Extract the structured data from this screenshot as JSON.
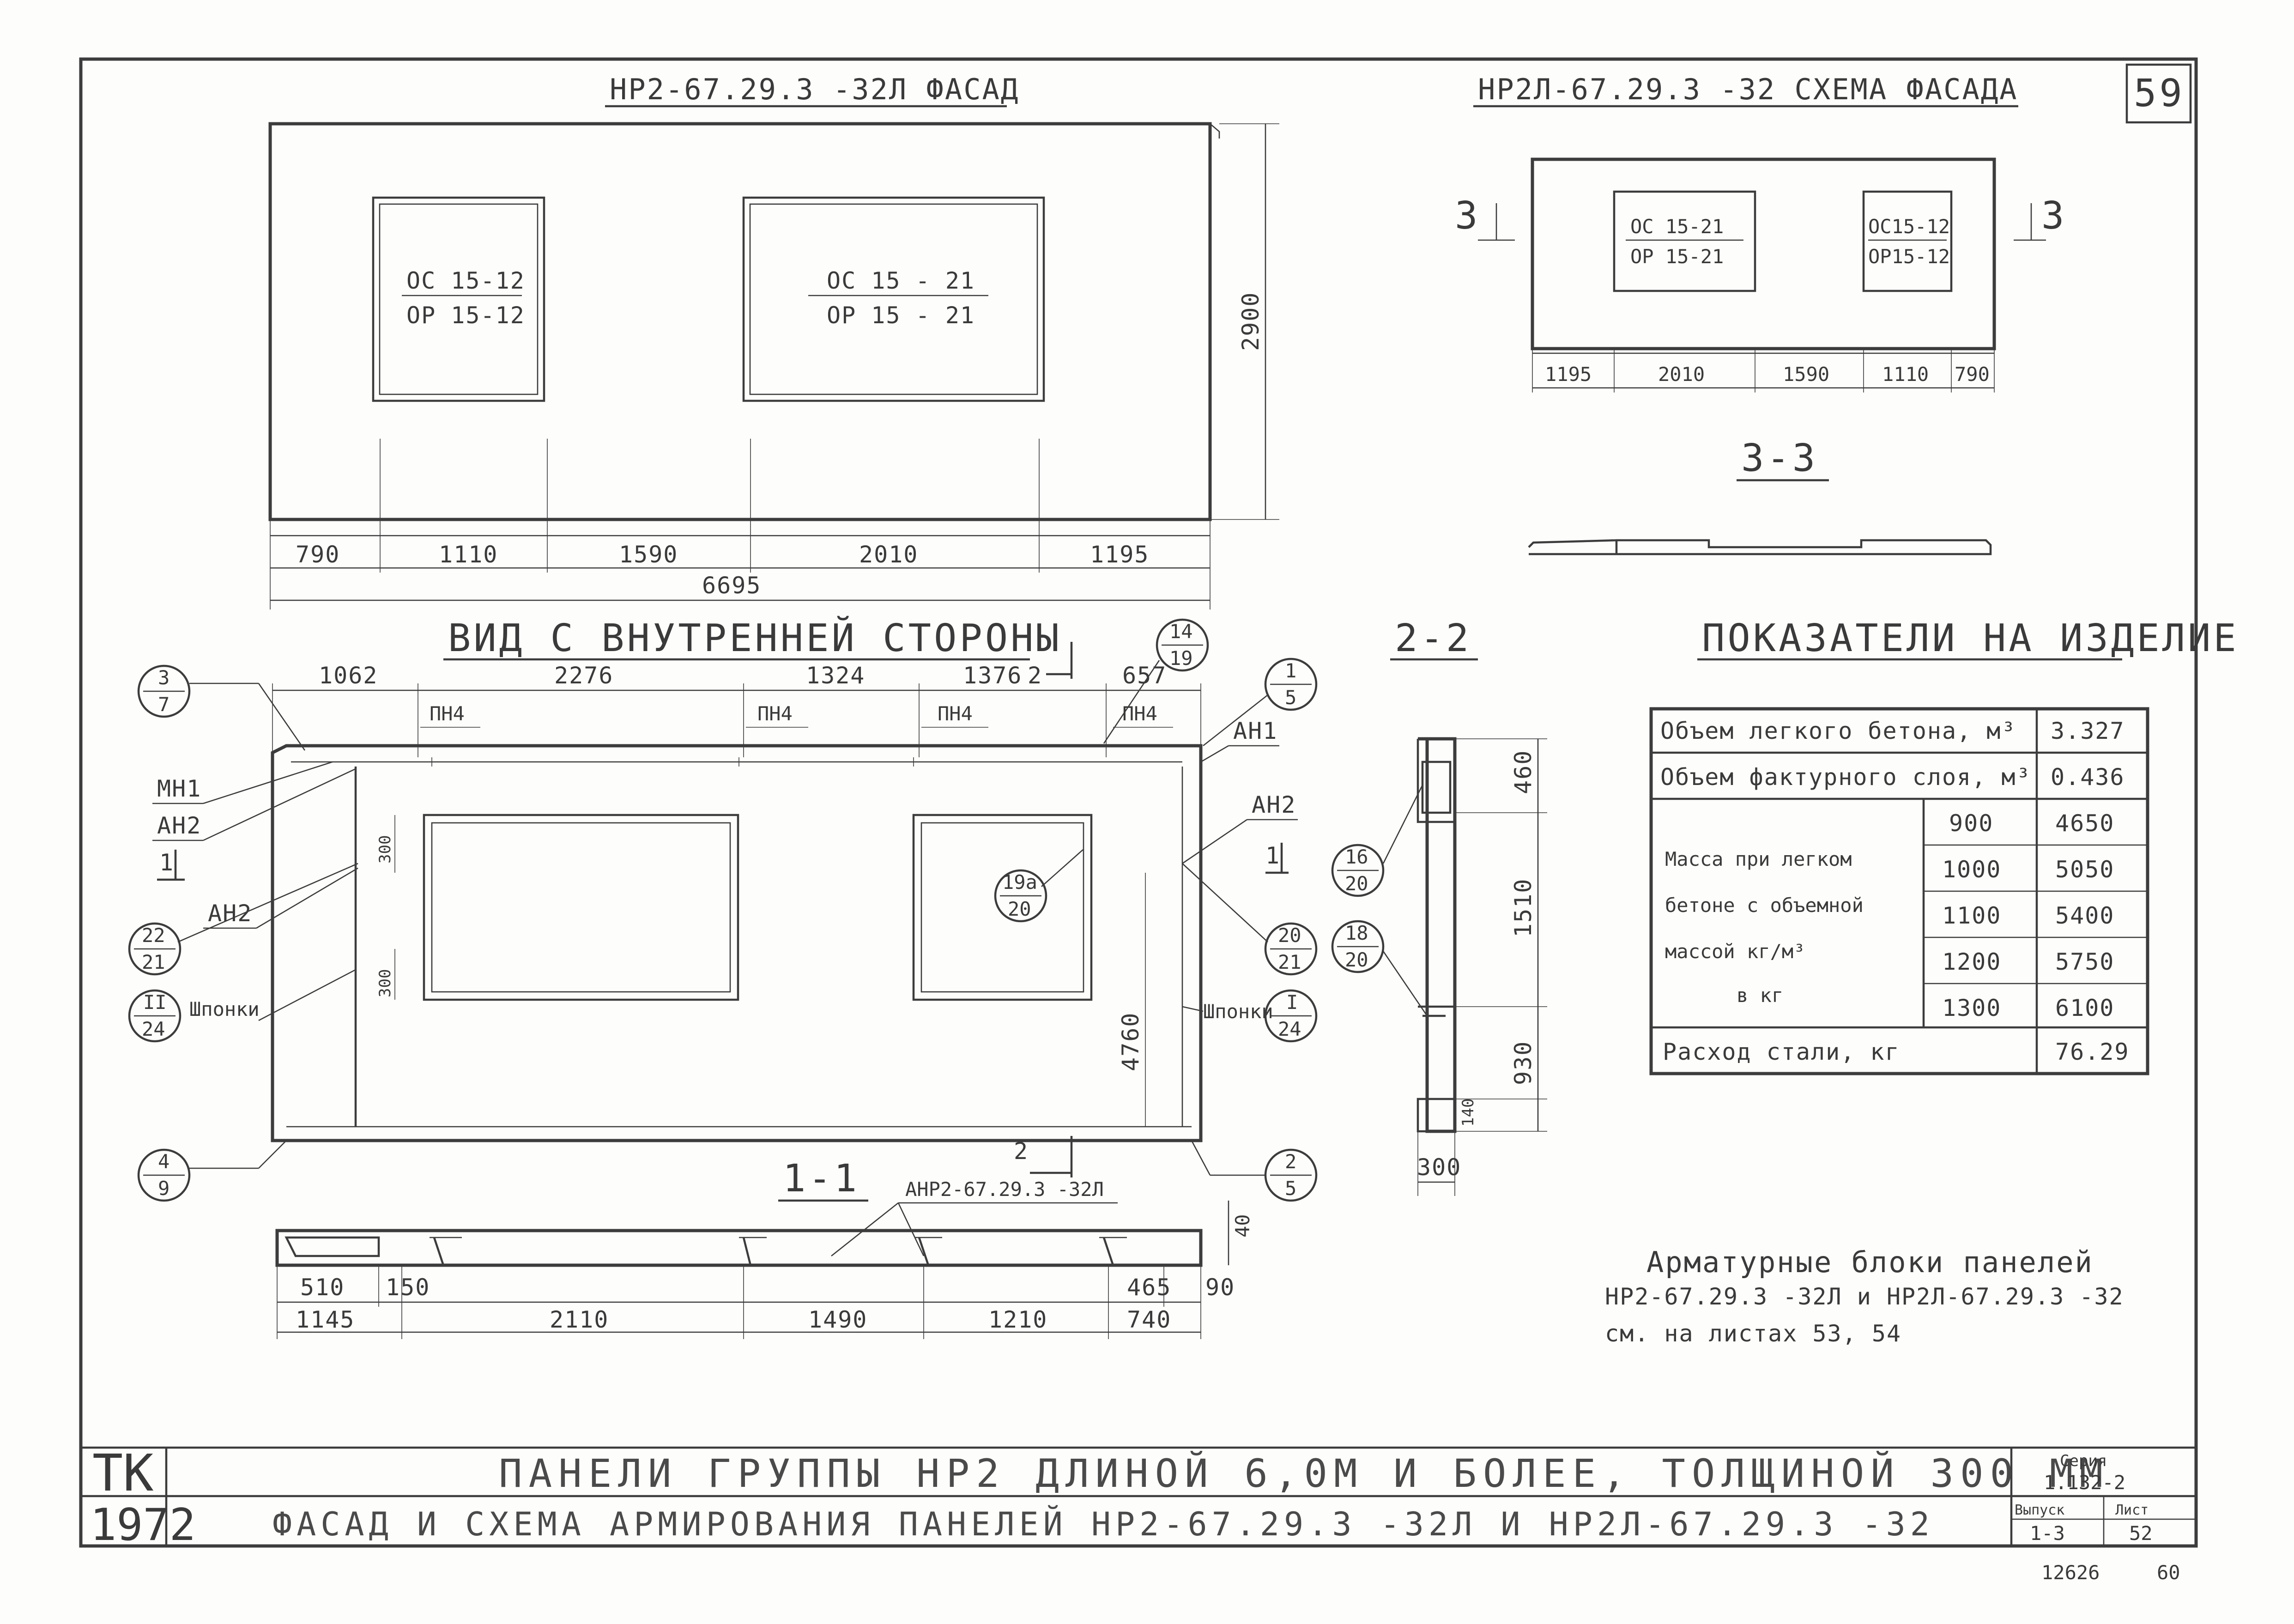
{
  "sheet": {
    "page_number": "59",
    "title_block": {
      "org": "ТК",
      "year": "1972",
      "title_line1": "ПАНЕЛИ ГРУППЫ НР2 ДЛИНОЙ 6,0М И БОЛЕЕ, ТОЛЩИНОЙ 300 ММ",
      "title_line2": "ФАСАД И СХЕМА АРМИРОВАНИЯ ПАНЕЛЕЙ НР2-67.29.3 -32Л И НР2Л-67.29.3 -32",
      "series_label": "Серия",
      "series_value": "1.132-2",
      "issue_label": "Выпуск",
      "issue_value": "1-3",
      "sheet_label": "Лист",
      "sheet_value": "52"
    },
    "archive_number": "12626",
    "archive_page": "60"
  },
  "facade": {
    "title": "НР2-67.29.3 -32Л ФАСАД",
    "window_small": {
      "line1": "ОС 15-12",
      "line2": "ОР 15-12"
    },
    "window_large": {
      "line1": "ОС 15 - 21",
      "line2": "ОР 15 - 21"
    },
    "height_dim": "2900",
    "dims": [
      "790",
      "1110",
      "1590",
      "2010",
      "1195"
    ],
    "overall_dim": "6695"
  },
  "scheme": {
    "title": "НР2Л-67.29.3 -32 СХЕМА ФАСАДА",
    "window_large": {
      "line1": "ОС 15-21",
      "line2": "ОР 15-21"
    },
    "window_small": {
      "line1": "ОС15-12",
      "line2": "ОР15-12"
    },
    "section_mark": "3",
    "dims": [
      "1195",
      "2010",
      "1590",
      "1110",
      "790"
    ],
    "section_title": "3-3"
  },
  "inner_view": {
    "title": "ВИД С ВНУТРЕННЕЙ СТОРОНЫ",
    "top_dims": [
      "1062",
      "2276",
      "1324",
      "1376",
      "657"
    ],
    "pn_label": "ПН4",
    "labels": {
      "mn1": "МН1",
      "an2": "АН2",
      "an1": "АН1",
      "shponki": "Шпонки",
      "sec1": "1",
      "sec2": "2",
      "dim300": "300",
      "dim4760": "4760"
    },
    "callouts": [
      {
        "top": "3",
        "bottom": "7"
      },
      {
        "top": "14",
        "bottom": "19"
      },
      {
        "top": "1",
        "bottom": "5"
      },
      {
        "top": "22",
        "bottom": "21"
      },
      {
        "top": "II",
        "bottom": "24"
      },
      {
        "top": "19а",
        "bottom": "20"
      },
      {
        "top": "20",
        "bottom": "21"
      },
      {
        "top": "I",
        "bottom": "24"
      },
      {
        "top": "4",
        "bottom": "9"
      },
      {
        "top": "2",
        "bottom": "5"
      },
      {
        "top": "16",
        "bottom": "20"
      },
      {
        "top": "18",
        "bottom": "20"
      }
    ]
  },
  "section_1_1": {
    "title": "1-1",
    "label": "АНР2-67.29.3 -32Л",
    "dims_upper": [
      "510",
      "150",
      "465",
      "90"
    ],
    "dims_lower": [
      "1145",
      "2110",
      "1490",
      "1210",
      "740"
    ],
    "dim_40": "40"
  },
  "section_2_2": {
    "title": "2-2",
    "dims": [
      "460",
      "1510",
      "930",
      "140"
    ],
    "width": "300"
  },
  "indicators": {
    "title": "ПОКАЗАТЕЛИ НА ИЗДЕЛИЕ",
    "row_light": {
      "label": "Объем легкого бетона, м³",
      "value": "3.327"
    },
    "row_facing": {
      "label": "Объем фактурного слоя, м³",
      "value": "0.436"
    },
    "mass_label": [
      "Масса при легком",
      "бетоне с объемной",
      "массой кг/м³",
      "в кг"
    ],
    "mass_rows": [
      {
        "density": "900",
        "mass": "4650"
      },
      {
        "density": "1000",
        "mass": "5050"
      },
      {
        "density": "1100",
        "mass": "5400"
      },
      {
        "density": "1200",
        "mass": "5750"
      },
      {
        "density": "1300",
        "mass": "6100"
      }
    ],
    "row_steel": {
      "label": "Расход стали, кг",
      "value": "76.29"
    }
  },
  "note": {
    "line1": "Арматурные блоки панелей",
    "line2": "НР2-67.29.3 -32Л и НР2Л-67.29.3 -32",
    "line3": "см. на листах 53, 54"
  }
}
